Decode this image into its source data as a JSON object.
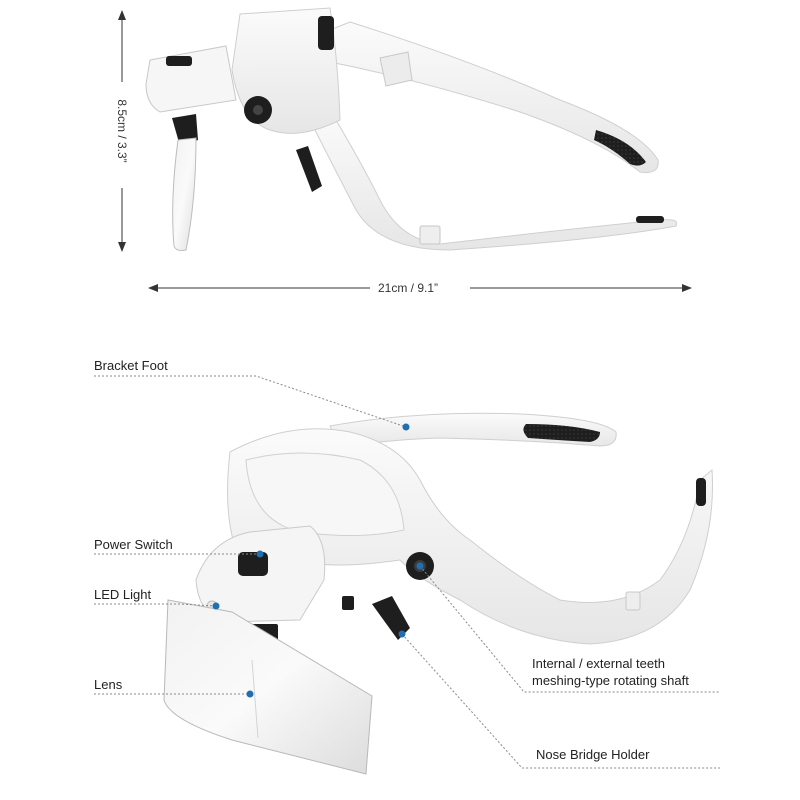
{
  "dimensions": {
    "height_label": "8.5cm / 3.3”",
    "width_label": "21cm / 9.1”"
  },
  "callouts": {
    "bracket_foot": "Bracket Foot",
    "power_switch": "Power Switch",
    "led_light": "LED Light",
    "lens": "Lens",
    "rotating_shaft_line1": "Internal / external teeth",
    "rotating_shaft_line2": "meshing-type rotating shaft",
    "nose_bridge_holder": "Nose Bridge Holder"
  },
  "colors": {
    "product_body": "#f4f4f4",
    "product_outline": "#cfcfcf",
    "rubber_pad": "#1e1e1e",
    "callout_dot": "#1f6fb2",
    "leader_line": "#8a8a8a"
  }
}
